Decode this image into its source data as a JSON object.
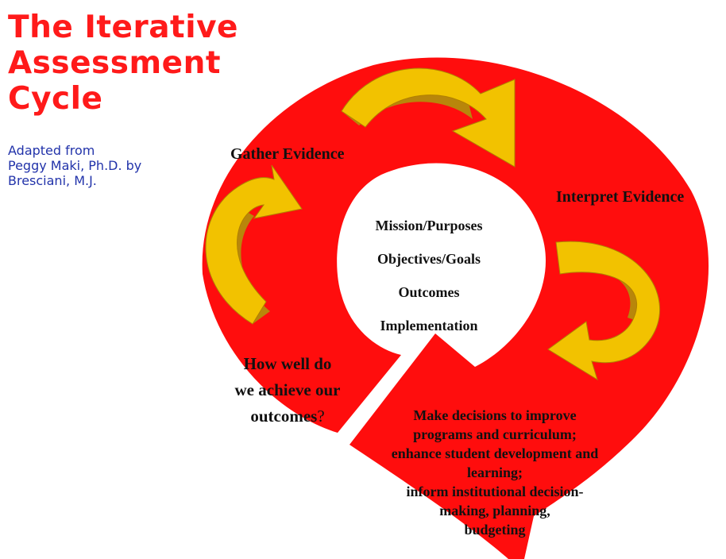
{
  "title_lines": [
    "The Iterative",
    "Assessment",
    "Cycle"
  ],
  "credit_lines": [
    "Adapted from",
    "Peggy Maki, Ph.D. by",
    "Bresciani, M.J."
  ],
  "stages": {
    "gather": "Gather Evidence",
    "interpret": "Interpret Evidence"
  },
  "center_items": [
    "Mission/Purposes",
    "Objectives/Goals",
    "Outcomes",
    "Implementation"
  ],
  "question": {
    "line1": "How well do",
    "line2": "we achieve our",
    "line3": "outcomes",
    "qmark": "?"
  },
  "decisions": [
    "Make decisions to improve",
    "programs and curriculum;",
    "enhance student development and",
    "learning;",
    "inform institutional decision-",
    "making, planning,",
    "budgeting"
  ],
  "colors": {
    "title": "#ff1a1a",
    "credit": "#2233aa",
    "cycle_fill": "#ff0d0d",
    "arrow_fill": "#f2c200",
    "arrow_shade": "#b8860b"
  }
}
